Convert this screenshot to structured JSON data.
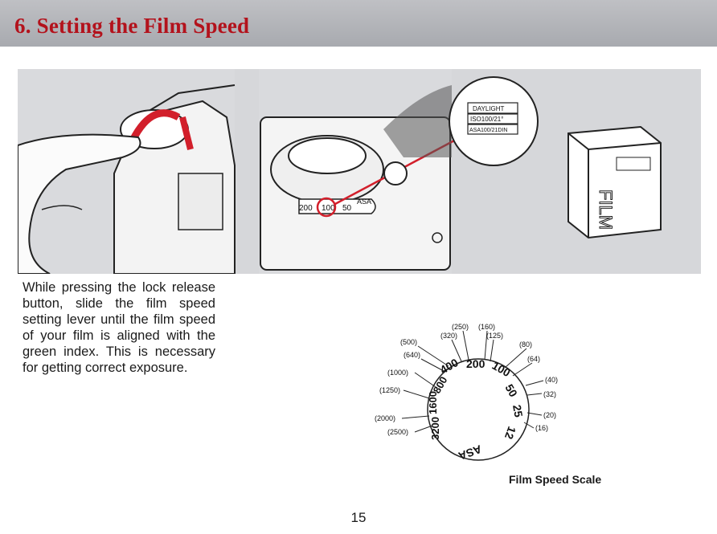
{
  "page": {
    "title": "6. Setting the Film Speed",
    "body_text": "While pressing the lock release button, slide the film speed setting lever until the film speed of your film is aligned with the green index. This is necessary for getting correct exposure.",
    "page_number": "15"
  },
  "illustration": {
    "dial_numbers": [
      "200",
      "100",
      "50"
    ],
    "dial_unit": "ASA",
    "film_label": [
      "DAYLIGHT",
      "ISO100/21°",
      "ASA100/21DIN"
    ],
    "film_box_text": "FILM"
  },
  "scale": {
    "caption": "Film Speed Scale",
    "unit": "ASA",
    "dial_values": [
      "400",
      "200",
      "100",
      "50",
      "25",
      "12",
      "1600",
      "800",
      "3200"
    ],
    "bracket_labels": [
      "(250)",
      "(160)",
      "(320)",
      "(125)",
      "(500)",
      "(80)",
      "(640)",
      "(64)",
      "(1000)",
      "(40)",
      "(1250)",
      "(32)",
      "(2000)",
      "(20)",
      "(2500)",
      "(16)"
    ]
  },
  "colors": {
    "title": "#b3121c",
    "header_bg": "#b6b8bc",
    "accent_red": "#d21f2b"
  }
}
